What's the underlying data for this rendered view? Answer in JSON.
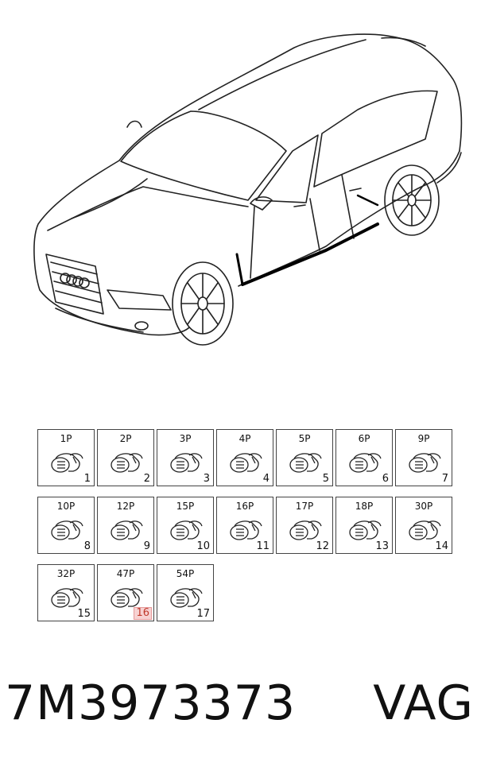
{
  "connectors": [
    {
      "pins": "1P",
      "index": "1"
    },
    {
      "pins": "2P",
      "index": "2"
    },
    {
      "pins": "3P",
      "index": "3"
    },
    {
      "pins": "4P",
      "index": "4"
    },
    {
      "pins": "5P",
      "index": "5"
    },
    {
      "pins": "6P",
      "index": "6"
    },
    {
      "pins": "9P",
      "index": "7"
    },
    {
      "pins": "10P",
      "index": "8"
    },
    {
      "pins": "12P",
      "index": "9"
    },
    {
      "pins": "15P",
      "index": "10"
    },
    {
      "pins": "16P",
      "index": "11"
    },
    {
      "pins": "17P",
      "index": "12"
    },
    {
      "pins": "18P",
      "index": "13"
    },
    {
      "pins": "30P",
      "index": "14"
    },
    {
      "pins": "32P",
      "index": "15"
    },
    {
      "pins": "47P",
      "index": "16",
      "highlighted": true
    },
    {
      "pins": "54P",
      "index": "17"
    }
  ],
  "part_number": "7M3973373",
  "brand": "VAG",
  "colors": {
    "highlight_bg": "#f7d2d2",
    "highlight_text": "#c0392b"
  },
  "icons": [
    "car-illustration",
    "connector-icon"
  ]
}
